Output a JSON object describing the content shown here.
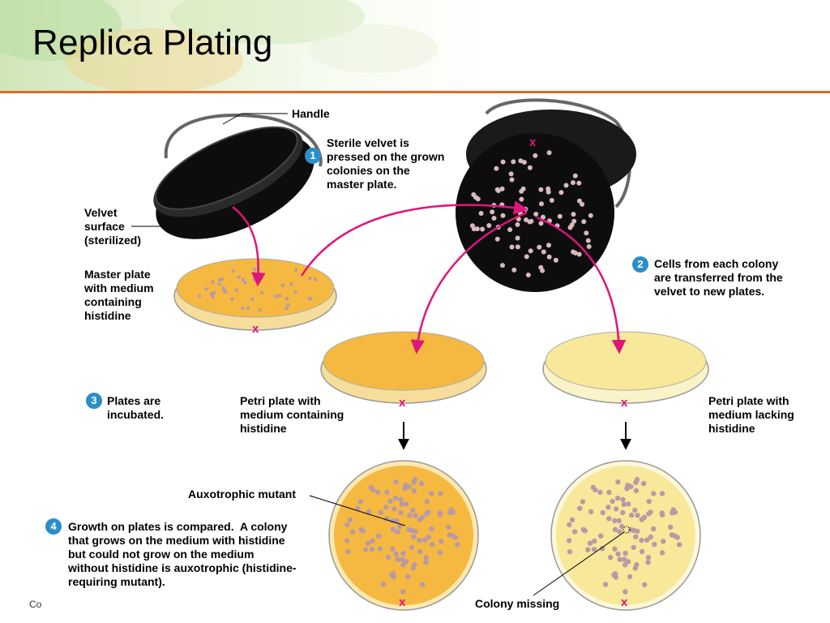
{
  "slide": {
    "title": "Replica Plating",
    "footer": "Co"
  },
  "labels": {
    "handle": "Handle",
    "velvet_surface": "Velvet\nsurface\n(sterilized)",
    "master_plate": "Master plate\nwith medium\ncontaining\nhistidine",
    "step1": "Sterile velvet is\npressed on the grown\ncolonies on the\nmaster plate.",
    "step2": "Cells from each colony\nare transferred from the\nvelvet to new plates.",
    "step3": "Plates are\nincubated.",
    "petri_with": "Petri plate with\nmedium containing\nhistidine",
    "petri_without": "Petri plate with\nmedium lacking\nhistidine",
    "auxotrophic_mutant": "Auxotrophic mutant",
    "step4": "Growth on plates is compared.  A colony\nthat grows on the medium with histidine\nbut could not grow on the medium\nwithout histidine is auxotrophic (histidine-\nrequiring mutant).",
    "colony_missing": "Colony missing",
    "mark": "x"
  },
  "badges": [
    "1",
    "2",
    "3",
    "4"
  ],
  "colors": {
    "accent_rule": "#e06a2a",
    "badge": "#2a8fc9",
    "arrow": "#e0157a",
    "agar_histidine": "#f5b942",
    "agar_no_histidine": "#f8e89a",
    "colony": "#b89aa6",
    "velvet": "#0d0d0d",
    "mark": "#e0157a"
  }
}
